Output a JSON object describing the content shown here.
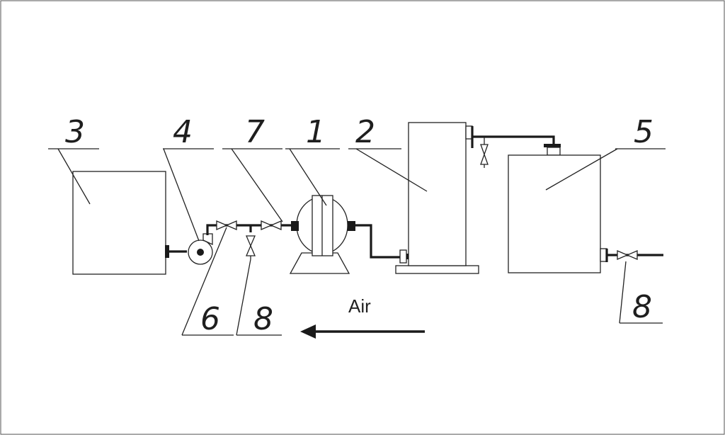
{
  "labels": {
    "tank_3": "3",
    "pump_4": "4",
    "valve_7": "7",
    "apparatus_1": "1",
    "column_2": "2",
    "tank_5": "5",
    "valve_6": "6",
    "valve_8_left": "8",
    "valve_8_right": "8"
  },
  "flow": {
    "label": "Air"
  },
  "colors": {
    "line": "#222222",
    "background": "#ffffff"
  }
}
